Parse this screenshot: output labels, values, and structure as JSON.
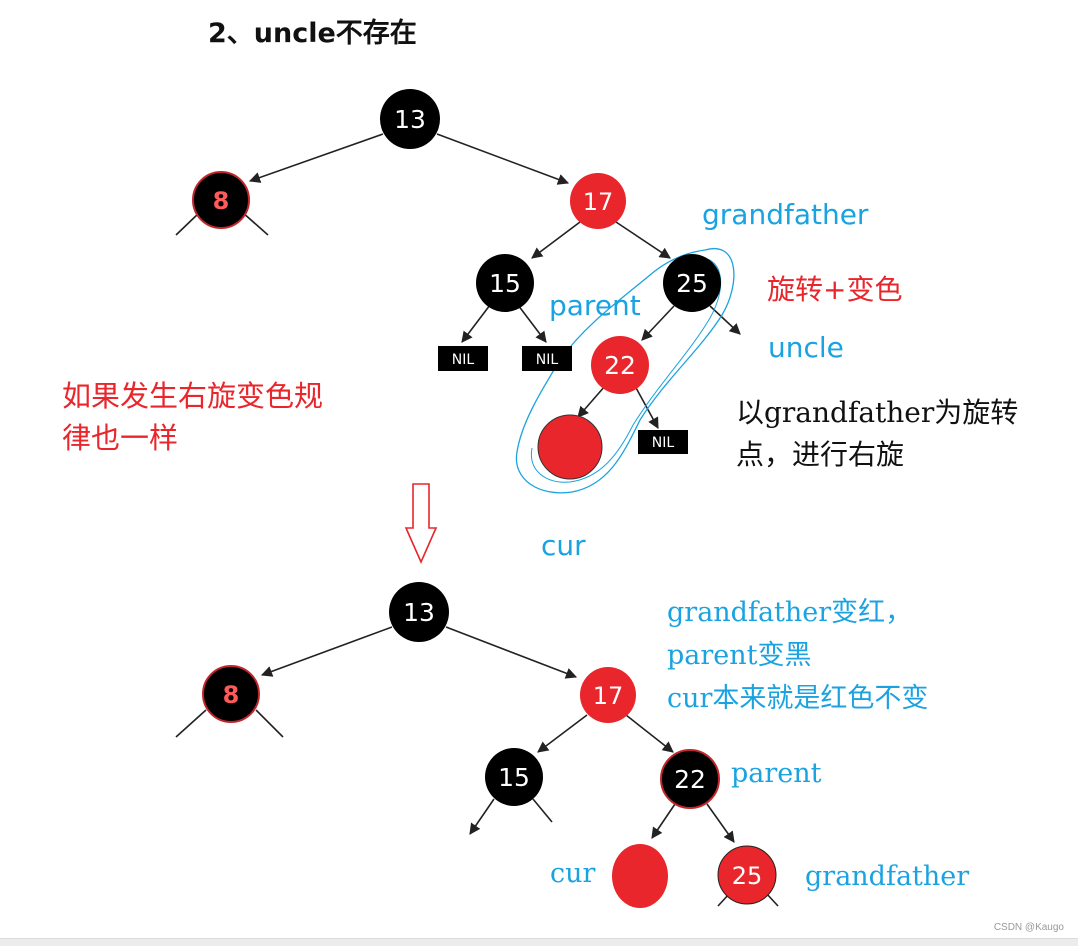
{
  "title": "2、uncle不存在",
  "colors": {
    "black_node": "#000000",
    "red_node": "#e8262b",
    "annotation_blue": "#1aa3e0",
    "annotation_red": "#e8262b",
    "nil_box": "#000000"
  },
  "top_tree": {
    "nodes": {
      "n13": "13",
      "n8": "8",
      "n17": "17",
      "n15": "15",
      "n25": "25",
      "n22": "22"
    },
    "nil_label": "NIL",
    "labels": {
      "grandfather": "grandfather",
      "parent": "parent",
      "uncle": "uncle",
      "cur": "cur"
    }
  },
  "bottom_tree": {
    "nodes": {
      "n13": "13",
      "n8": "8",
      "n17": "17",
      "n15": "15",
      "n22": "22",
      "n25": "25"
    },
    "labels": {
      "parent": "parent",
      "cur": "cur",
      "grandfather": "grandfather"
    }
  },
  "notes": {
    "rotate_recolor": "旋转+变色",
    "right_rotation_rule_line1": "如果发生右旋变色规",
    "right_rotation_rule_line2": "律也一样",
    "pivot_line1": "以grandfather为旋转",
    "pivot_line2": "点，进行右旋",
    "recolor_line1": "grandfather变红，",
    "recolor_line2": "parent变黑",
    "recolor_line3": "cur本来就是红色不变"
  },
  "watermark": "CSDN @Kaugo"
}
